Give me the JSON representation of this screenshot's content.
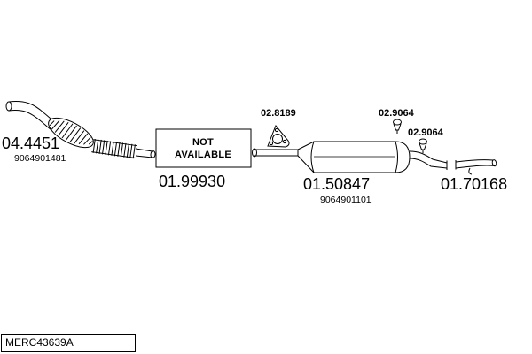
{
  "diagram": {
    "front_pipe": {
      "code": "04.4451",
      "ref": "9064901481"
    },
    "middle_pipe": {
      "code": "01.99930",
      "box_line1": "NOT",
      "box_line2": "AVAILABLE"
    },
    "gasket": {
      "code": "02.8189"
    },
    "muffler": {
      "code": "01.50847",
      "ref": "9064901101"
    },
    "clamp_a": {
      "code": "02.9064"
    },
    "clamp_b": {
      "code": "02.9064"
    },
    "tail_pipe": {
      "code": "01.70168"
    },
    "footer": {
      "code": "MERC43639A"
    }
  }
}
